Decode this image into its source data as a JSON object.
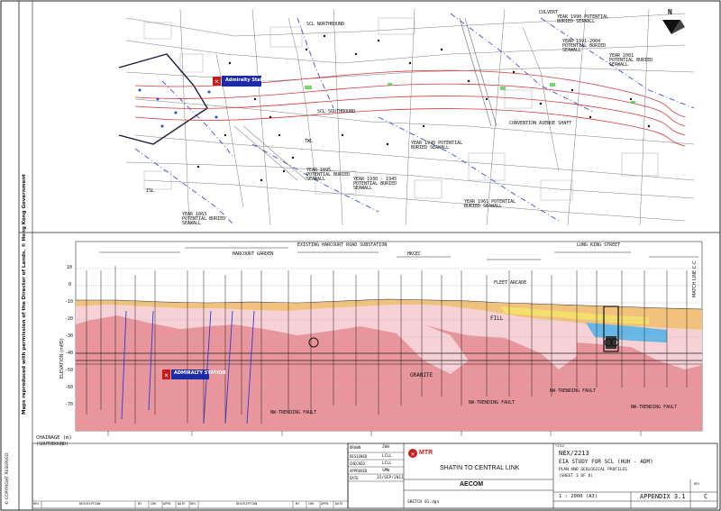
{
  "copyright_note": "Maps reproduced with permission of the Director of Lands. © Hong Kong Government",
  "north_arrow_label": "N",
  "plan": {
    "station_label": "Admiralty Station",
    "labels": {
      "scl_northbound": "SCL NORTHBOUND",
      "scl_southbound": "SCL SOUTHBOUND",
      "culvert": "CULVERT",
      "y1990": "YEAR 1990 POTENTIAL BURIED SEAWALL",
      "y1991": "YEAR 1991-2004 POTENTIAL BURIED SEAWALL",
      "y2001": "YEAR 2001 POTENTIAL BURIED SEAWALL",
      "convention": "CONVENTION AVENUE SHAFT",
      "y1945": "YEAR 1945 POTENTIAL BURIED SEAWALL",
      "y1895": "YEAR 1895 POTENTIAL BURIED SEAWALL",
      "y1930": "YEAR 1930 - 1945 POTENTIAL BURIED SEAWALL",
      "y1961": "YEAR 1961 POTENTIAL BURIED SEAWALL",
      "y1863": "YEAR 1863 POTENTIAL BURIED SEAWALL",
      "isl": "ISL",
      "twl": "TWL"
    }
  },
  "profile": {
    "station_label": "ADMIRALTY STATION",
    "granite_label": "GRANITE",
    "fill_label": "FILL",
    "elevation_axis": "ELEVATION (mPD)",
    "chainage_label": "CHAINAGE (m)",
    "chainage_sub": "(SOUTHBOUND)",
    "match_line": "MATCH LINE C-C",
    "top_labels": {
      "harcourt_road": "EXISTING HARCOURT ROAD SUBSTATION",
      "harcourt_garden": "HARCOURT GARDEN",
      "hkcec": "HKCEC",
      "fleet_arcade": "FLEET ARCADE",
      "lung_king": "LUNG KING STREET"
    },
    "faults": {
      "f1": "NW-TRENDING FAULT",
      "f2": "NW-TRENDING FAULT",
      "f3": "NW-TRENDING FAULT",
      "f4": "NW-TRENDING FAULT"
    },
    "elevations": [
      "10",
      "0",
      "-10",
      "-20",
      "-30",
      "-40",
      "-50",
      "-60",
      "-70"
    ]
  },
  "title_block": {
    "drawn_label": "DRAWN",
    "designed_label": "DESIGNED",
    "checked_label": "CHECKED",
    "approved_label": "APPROVED",
    "date_label": "DATE",
    "drawn": "ZHH",
    "designed": "LCLL",
    "checked": "LCLL",
    "approved": "SMW",
    "date": "15/SEP/2011",
    "mtr_logo_text": "MTR",
    "project": "SHATIN TO CENTRAL LINK",
    "consultant": "AECOM",
    "cad_file": "SKETCH 01.dgn",
    "drawing_no_label": "TITLE",
    "drawing_no": "NEX/2213",
    "title_line1": "EIA STUDY FOR SCL (HUH - ADM)",
    "title_line2": "PLAN AND GEOLOGICAL PROFILES",
    "title_line3": "(SHEET 3 OF 8)",
    "scale": "1 : 2000 (A3)",
    "figure": "APPENDIX 3.1",
    "rev_label": "REV",
    "rev": "C"
  },
  "revision_table": {
    "columns": [
      "REV",
      "DESCRIPTION",
      "BY",
      "CHK",
      "APPD",
      "DATE",
      "REV",
      "DESCRIPTION",
      "BY",
      "CHK",
      "APPD",
      "DATE"
    ]
  },
  "left_notes": "© COPYRIGHT RESERVED"
}
